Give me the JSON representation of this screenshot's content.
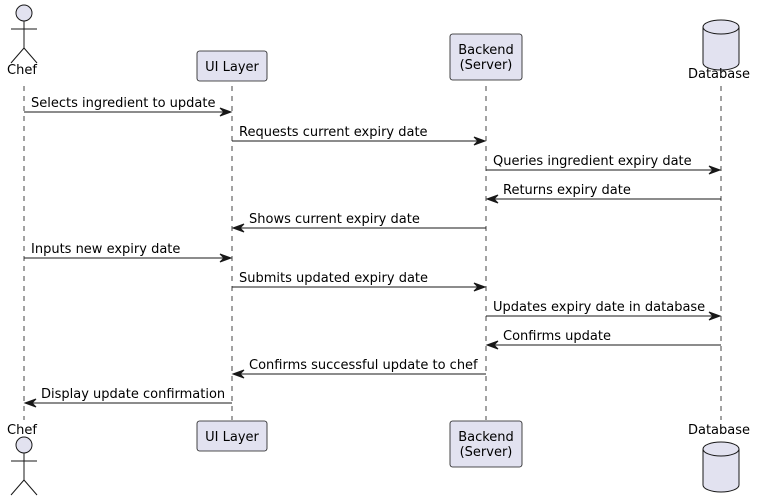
{
  "participants": [
    {
      "id": "chef",
      "kind": "actor",
      "lines": [
        "Chef"
      ]
    },
    {
      "id": "ui",
      "kind": "box",
      "lines": [
        "UI Layer"
      ]
    },
    {
      "id": "backend",
      "kind": "box",
      "lines": [
        "Backend",
        "(Server)"
      ]
    },
    {
      "id": "db",
      "kind": "database",
      "lines": [
        "Database"
      ]
    }
  ],
  "messages": [
    {
      "from": "chef",
      "to": "ui",
      "label": "Selects ingredient to update"
    },
    {
      "from": "ui",
      "to": "backend",
      "label": "Requests current expiry date"
    },
    {
      "from": "backend",
      "to": "db",
      "label": "Queries ingredient expiry date"
    },
    {
      "from": "db",
      "to": "backend",
      "label": "Returns expiry date"
    },
    {
      "from": "backend",
      "to": "ui",
      "label": "Shows current expiry date"
    },
    {
      "from": "chef",
      "to": "ui",
      "label": "Inputs new expiry date"
    },
    {
      "from": "ui",
      "to": "backend",
      "label": "Submits updated expiry date"
    },
    {
      "from": "backend",
      "to": "db",
      "label": "Updates expiry date in database"
    },
    {
      "from": "db",
      "to": "backend",
      "label": "Confirms update"
    },
    {
      "from": "backend",
      "to": "ui",
      "label": "Confirms successful update to chef"
    },
    {
      "from": "ui",
      "to": "chef",
      "label": "Display update confirmation"
    }
  ],
  "colors": {
    "participant_fill": "#E2E2F0",
    "stroke": "#181818",
    "text": "#000000"
  }
}
